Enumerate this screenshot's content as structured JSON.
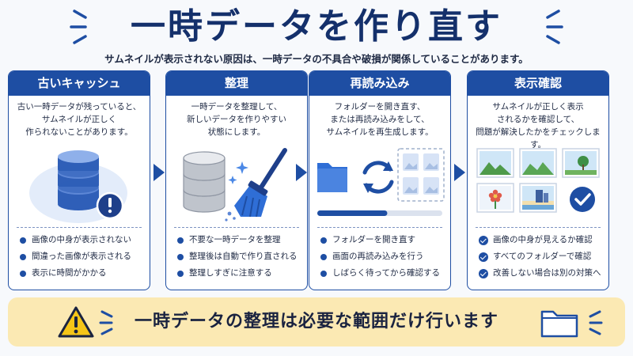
{
  "header": {
    "title": "一時データを作り直す",
    "subtitle": "サムネイルが表示されない原因は、一時データの不具合や破損が関係していることがあります。"
  },
  "colors": {
    "primary": "#1e4ea3",
    "banner": "#fbe9b3",
    "title": "#14306b"
  },
  "cards": [
    {
      "title": "古いキャッシュ",
      "description": [
        "古い一時データが残っていると、",
        "サムネイルが正しく",
        "作られないことがあります。"
      ],
      "icon": "database-warning-icon",
      "items": [
        "画像の中身が表示されない",
        "間違った画像が表示される",
        "表示に時間がかかる"
      ]
    },
    {
      "title": "整理",
      "description": [
        "一時データを整理して、",
        "新しいデータを作りやすい",
        "状態にします。"
      ],
      "icon": "database-broom-icon",
      "items": [
        "不要な一時データを整理",
        "整理後は自動で作り直される",
        "整理しすぎに注意する"
      ]
    },
    {
      "title": "再読み込み",
      "description": [
        "フォルダーを開き直す、",
        "または再読み込みをして、",
        "サムネイルを再生成します。"
      ],
      "icon": "folder-refresh-icon",
      "progress": 0.56,
      "items": [
        "フォルダーを開き直す",
        "画面の再読み込みを行う",
        "しばらく待ってから確認する"
      ]
    },
    {
      "title": "表示確認",
      "description": [
        "サムネイルが正しく表示",
        "されるかを確認して、",
        "問題が解決したかをチェックします。"
      ],
      "icon": "thumbnail-grid-check-icon",
      "items": [
        "画像の中身が見えるか確認",
        "すべてのフォルダーで確認",
        "改善しない場合は別の対策へ"
      ]
    }
  ],
  "banner": {
    "text": "一時データの整理は必要な範囲だけ行います",
    "left_icon": "warning-icon",
    "right_icon": "folder-icon"
  }
}
